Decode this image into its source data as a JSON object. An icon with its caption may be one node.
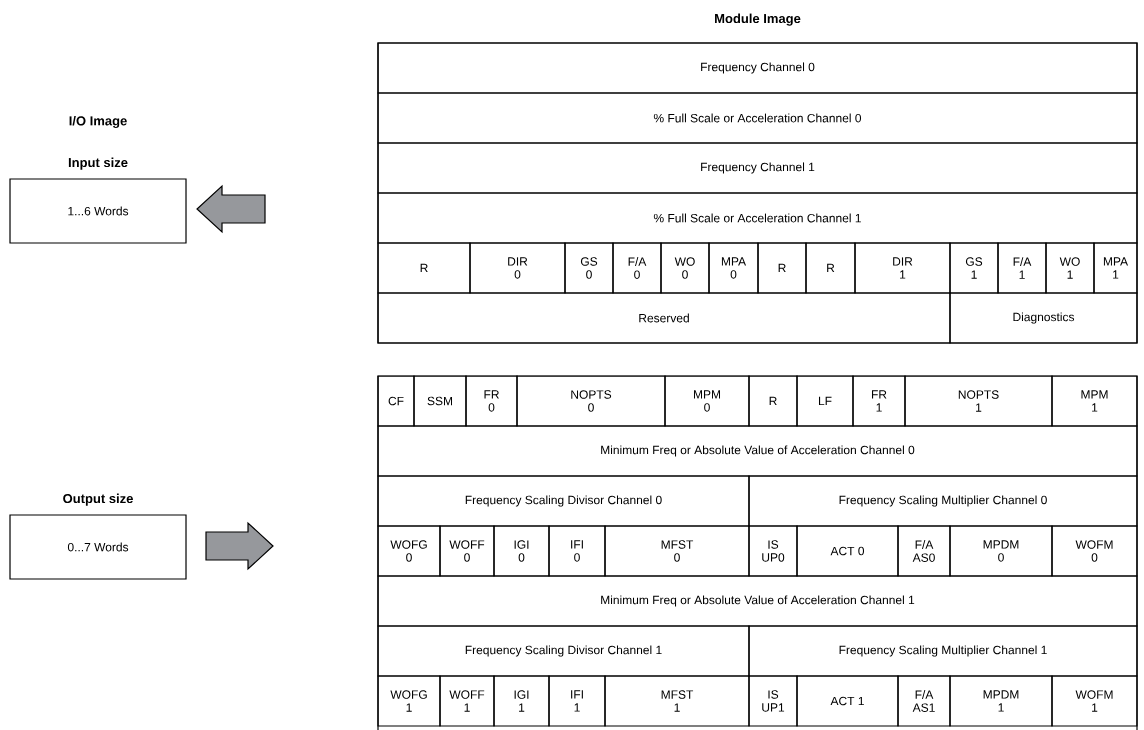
{
  "diagram": {
    "nodes": [
      {
        "text": [
          "Input size",
          "1...6 Words"
        ]
      },
      {
        "text": [
          "Output size",
          "0...7 Words"
        ]
      },
      {
        "text": [
          "Module Image"
        ]
      },
      {
        "text": [],
        "shape": "box"
      }
    ],
    "labels": [
      "I/O Image",
      "Frequency Channel 0",
      "% Full Scale or Acceleration Channel 0",
      "Frequency Channel 1",
      "% Full Scale or Acceleration Channel 1",
      "R",
      "DIR 0",
      "GS 0",
      "F/A 0",
      "WO 0",
      "MPA 0",
      "R",
      "R",
      "DIR 1",
      "GS 1",
      "F/A 1",
      "WO 1",
      "MPA 1",
      "Reserved",
      "Diagnostics",
      "CF",
      "SSM",
      "FR 0",
      "NOPTS 0",
      "MPM 0",
      "R",
      "LF",
      "FR 1",
      "NOPTS 1",
      "MPM 1",
      "Minimum Freq or Absolute Value of Acceleration Channel 0",
      "Frequency Scaling Divisor Channel 0",
      "Frequency Scaling Multiplier Channel 0",
      "WOFG 0",
      "WOFF 0",
      "IGI 0",
      "IFI 0",
      "MFST 0",
      "IS UP0",
      "ACT 0",
      "F/A AS0",
      "MPDM 0",
      "WOFM 0",
      "Minimum Freq or Absolute Value of Acceleration Channel 1",
      "Frequency Scaling Divisor Channel 1",
      "Frequency Scaling Multiplier Channel 1",
      "WOFG 1",
      "WOFF 1",
      "IGI 1",
      "IFI 1",
      "MFST 1",
      "IS UP1",
      "ACT 1",
      "F/A AS1",
      "MPDM 1",
      "WOFM 1"
    ]
  }
}
